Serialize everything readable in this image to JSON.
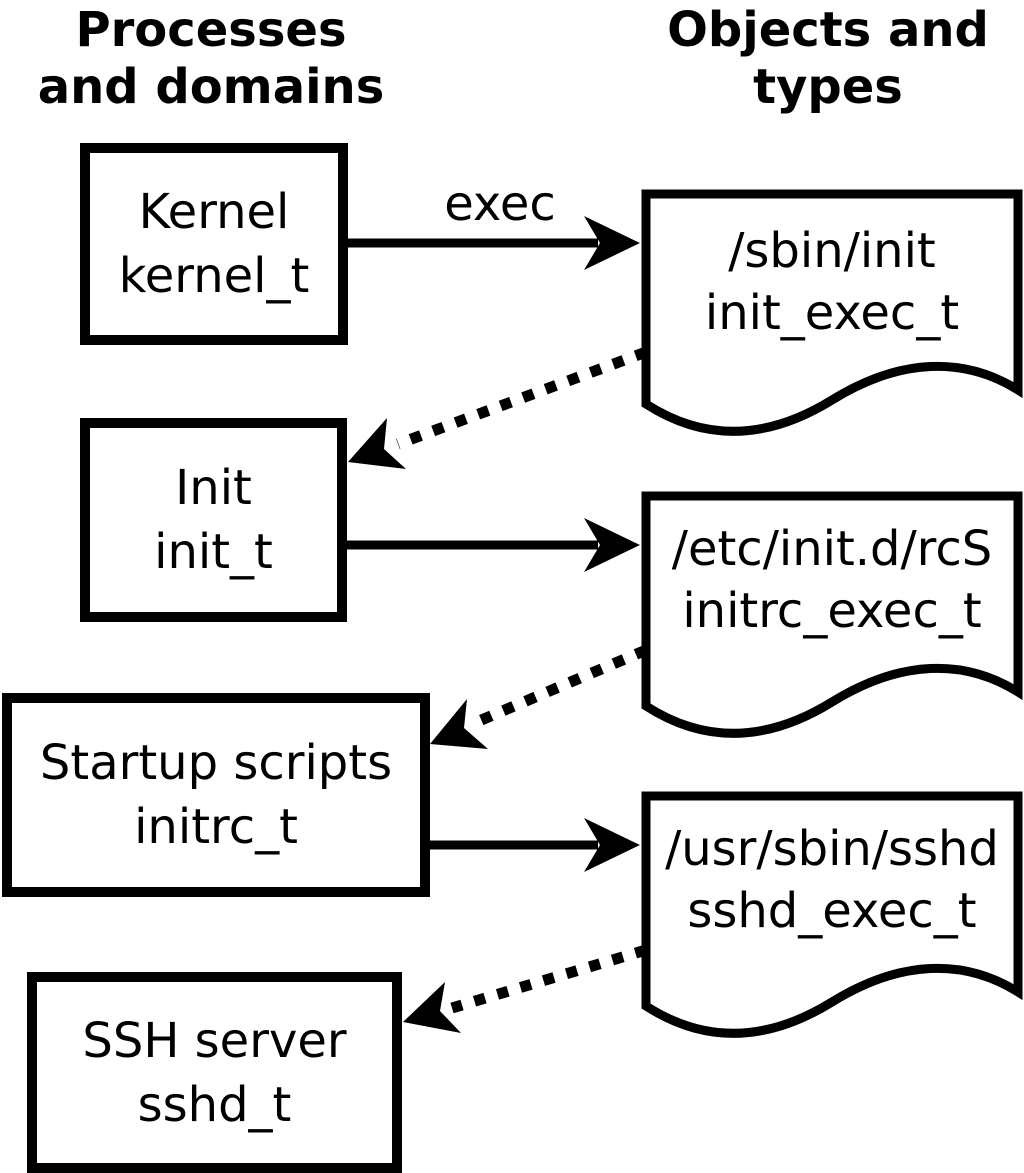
{
  "diagram": {
    "left_header": {
      "line1": "Processes",
      "line2": "and domains"
    },
    "right_header": {
      "line1": "Objects and",
      "line2": "types"
    },
    "processes": [
      {
        "name": "Kernel",
        "domain": "kernel_t"
      },
      {
        "name": "Init",
        "domain": "init_t"
      },
      {
        "name": "Startup scripts",
        "domain": "initrc_t"
      },
      {
        "name": "SSH server",
        "domain": "sshd_t"
      }
    ],
    "objects": [
      {
        "path": "/sbin/init",
        "type": "init_exec_t"
      },
      {
        "path": "/etc/init.d/rcS",
        "type": "initrc_exec_t"
      },
      {
        "path": "/usr/sbin/sshd",
        "type": "sshd_exec_t"
      }
    ],
    "labels": {
      "exec": "exec"
    },
    "colors": {
      "foreground": "#000000",
      "background": "#ffffff"
    }
  }
}
